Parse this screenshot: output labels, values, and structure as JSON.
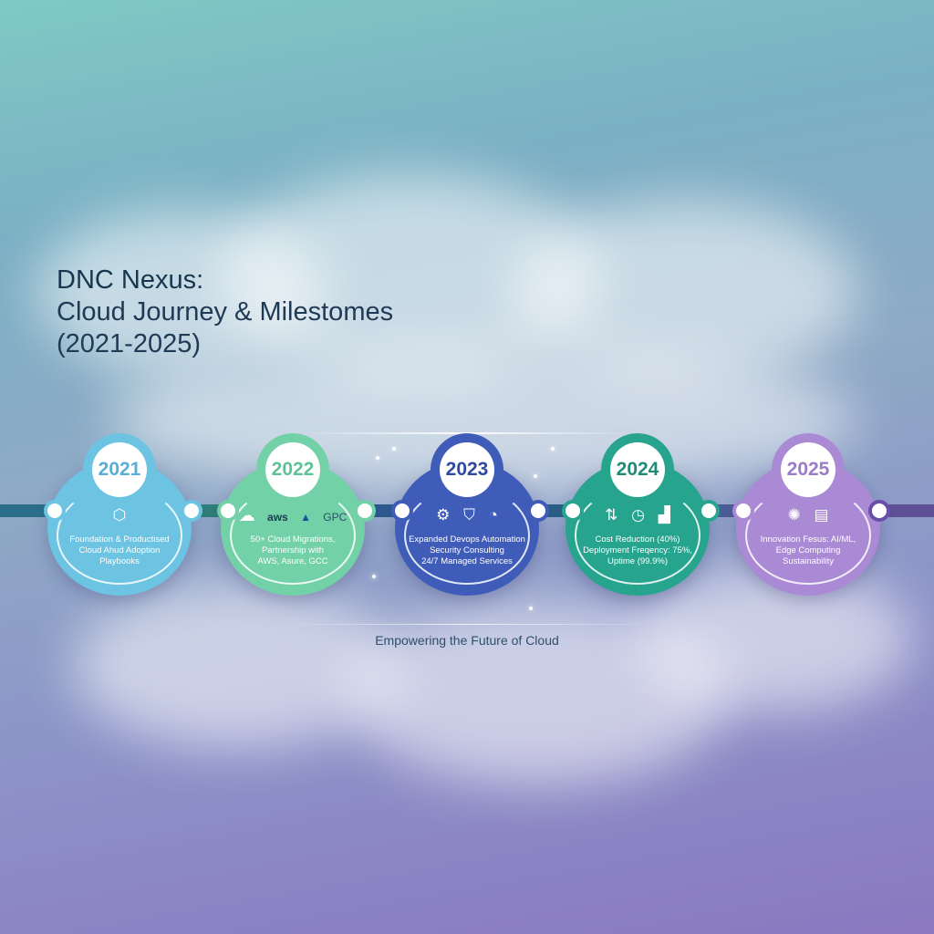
{
  "title": {
    "line1": "DNC Nexus:",
    "line2": "Cloud Journey & Milestomes",
    "line3": "(2021-2025)"
  },
  "tagline": "Empowering the Future of Cloud",
  "colors": {
    "m2021": "#6cc3e2",
    "m2022": "#72d1a6",
    "m2023": "#3f5cb8",
    "m2024": "#27a48e",
    "m2025": "#aa8ad4",
    "track": "#2b5f86"
  },
  "milestones": [
    {
      "year": "2021",
      "icons": [
        {
          "name": "cube-stack-icon",
          "glyph": "⬡"
        }
      ],
      "lines": [
        "Foundation & Productised",
        "Cloud Ahud Adoption",
        "Playbooks"
      ]
    },
    {
      "year": "2022",
      "icons": [
        {
          "name": "cloud-icon",
          "glyph": "☁"
        },
        {
          "name": "aws-logo",
          "glyph": "aws"
        },
        {
          "name": "azure-logo",
          "glyph": "▲"
        },
        {
          "name": "gcp-logo",
          "glyph": "GPC"
        }
      ],
      "lines": [
        "50+ Cloud Migrations,",
        "Partnership with",
        "AWS, Asure, GCC"
      ]
    },
    {
      "year": "2023",
      "icons": [
        {
          "name": "gear-icon",
          "glyph": "⚙"
        },
        {
          "name": "shield-icon",
          "glyph": "⛉"
        },
        {
          "name": "clock-icon",
          "glyph": "◔"
        }
      ],
      "lines": [
        "Expanded Devops Automation",
        "Security Consulting",
        "24/7 Managed Services"
      ]
    },
    {
      "year": "2024",
      "icons": [
        {
          "name": "arrows-icon",
          "glyph": "⇅"
        },
        {
          "name": "timer-icon",
          "glyph": "◷"
        },
        {
          "name": "chart-icon",
          "glyph": "▟"
        }
      ],
      "lines": [
        "Cost Reduction (40%)",
        "Deployment Freqency: 75%,",
        "Uptime (99.9%)"
      ]
    },
    {
      "year": "2025",
      "icons": [
        {
          "name": "brain-icon",
          "glyph": "✺"
        },
        {
          "name": "server-icon",
          "glyph": "▤"
        }
      ],
      "lines": [
        "Innovation Fesus: AI/ML,",
        "Edge Computing",
        "Sustainability"
      ]
    }
  ]
}
